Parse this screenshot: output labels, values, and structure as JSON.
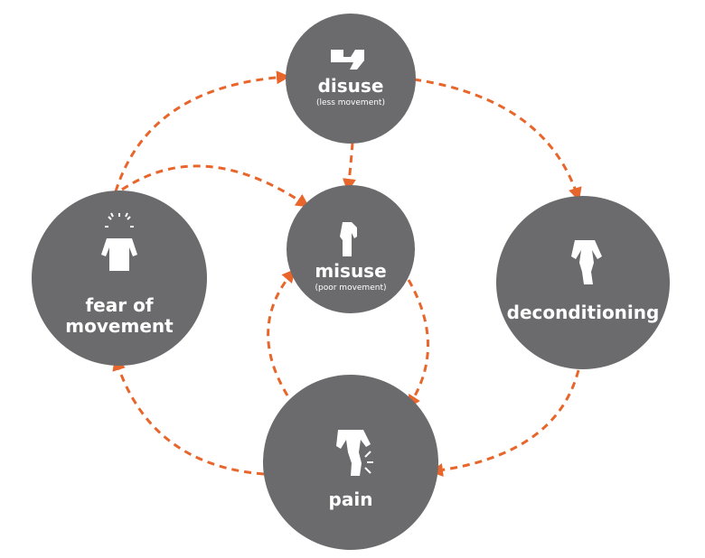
{
  "colors": {
    "node": "#6b6b6d",
    "arrow": "#e8662b",
    "text": "#ffffff"
  },
  "nodes": {
    "disuse": {
      "label": "disuse",
      "sublabel": "(less movement)",
      "icon": "person-sitting-icon"
    },
    "misuse": {
      "label": "misuse",
      "sublabel": "(poor movement)",
      "icon": "person-slouching-icon"
    },
    "fear": {
      "line1": "fear of",
      "line2": "movement",
      "icon": "person-anxious-icon"
    },
    "deconditioning": {
      "label": "deconditioning",
      "icon": "person-weak-icon"
    },
    "pain": {
      "label": "pain",
      "icon": "person-in-pain-icon"
    }
  },
  "edges": [
    {
      "from": "disuse",
      "to": "misuse"
    },
    {
      "from": "disuse",
      "to": "deconditioning"
    },
    {
      "from": "deconditioning",
      "to": "pain"
    },
    {
      "from": "pain",
      "to": "fear of movement"
    },
    {
      "from": "fear of movement",
      "to": "disuse"
    },
    {
      "from": "fear of movement",
      "to": "misuse"
    },
    {
      "from": "misuse",
      "to": "pain"
    },
    {
      "from": "pain",
      "to": "misuse"
    }
  ]
}
